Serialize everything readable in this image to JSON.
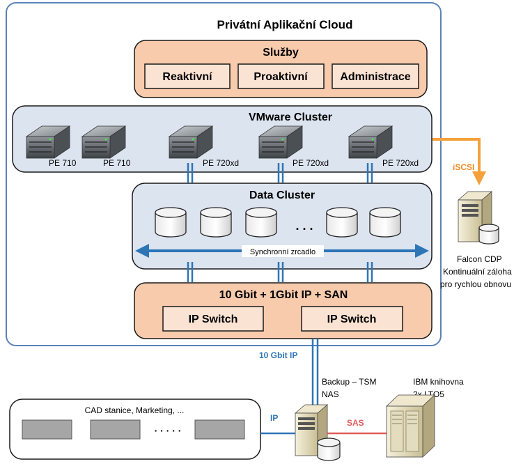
{
  "cloud": {
    "title": "Privátní Aplikační Cloud",
    "services": {
      "title": "Služby",
      "items": [
        "Reaktivní",
        "Proaktivní",
        "Administrace"
      ]
    },
    "vmware": {
      "title": "VMware Cluster",
      "servers": [
        "PE 710",
        "PE 710",
        "PE 720xd",
        "PE 720xd",
        "PE 720xd"
      ]
    },
    "data_cluster": {
      "title": "Data Cluster",
      "ellipsis": ". . .",
      "mirror_label": "Synchronní zrcadlo"
    },
    "network": {
      "title": "10 Gbit + 1Gbit IP + SAN",
      "switches": [
        "IP Switch",
        "IP Switch"
      ]
    }
  },
  "links": {
    "iscsi": "iSCSI",
    "ten_gbit": "10 Gbit IP",
    "ip": "IP",
    "sas": "SAS"
  },
  "falcon": {
    "lines": [
      "Falcon CDP",
      "Kontinuální záloha",
      "pro rychlou obnovu"
    ]
  },
  "backup": {
    "lines": [
      "Backup – TSM",
      "NAS"
    ]
  },
  "ibm": {
    "lines": [
      "IBM knihovna",
      "2x LTO5"
    ]
  },
  "workstations": {
    "title": "CAD stanice, Marketing, ...",
    "ellipsis": "· · · · ·"
  },
  "colors": {
    "cloud_border": "#5b82b8",
    "orange_fill": "#f8cbad",
    "blue_fill": "#dce4f0",
    "link_blue": "#2e75b6",
    "iscsi_orange": "#f4a13c",
    "sas_red": "#e05a5a"
  }
}
